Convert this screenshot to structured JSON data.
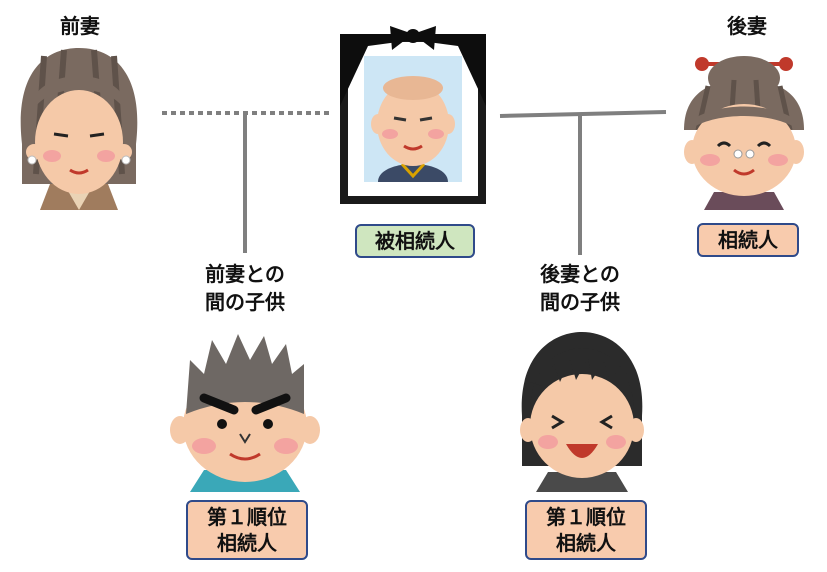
{
  "labels": {
    "former_wife": "前妻",
    "latter_wife": "後妻",
    "child_former_line1": "前妻との",
    "child_former_line2": "間の子供",
    "child_latter_line1": "後妻との",
    "child_latter_line2": "間の子供"
  },
  "badges": {
    "deceased": "被相続人",
    "latter_wife_heir": "相続人",
    "child_former_rank": "第１順位",
    "child_former_heir": "相続人",
    "child_latter_rank": "第１順位",
    "child_latter_heir": "相続人"
  },
  "colors": {
    "deceased_badge": "#cfe6bf",
    "heir_badge": "#f8cbad",
    "badge_border": "#2f4a8a",
    "line": "#7f7f7f"
  }
}
